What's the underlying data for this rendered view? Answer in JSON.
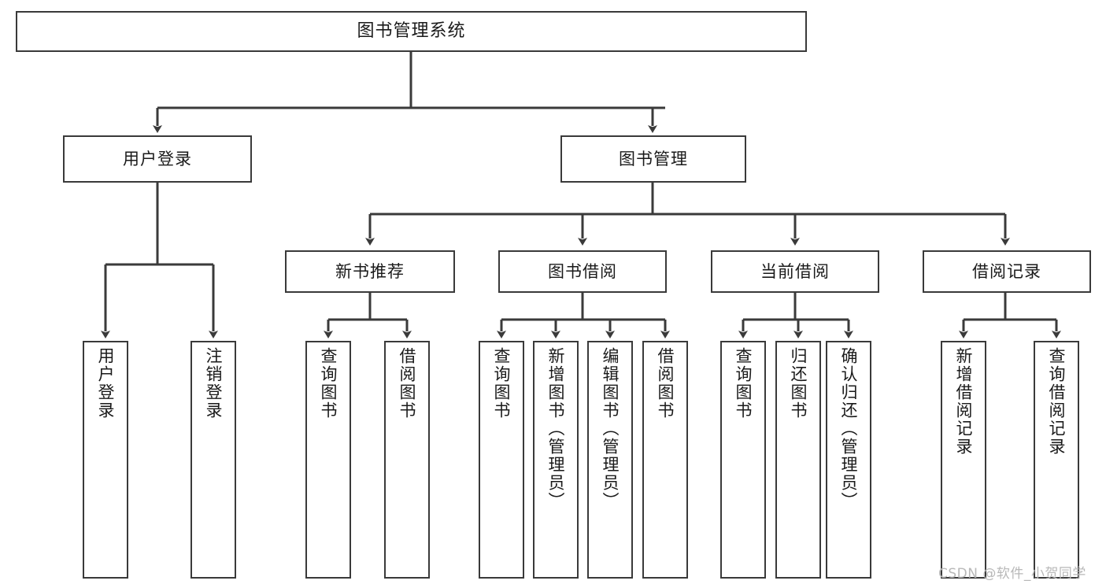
{
  "diagram": {
    "type": "tree",
    "title": "图书管理系统",
    "root": {
      "label": "图书管理系统"
    },
    "level1": [
      {
        "id": "user-login",
        "label": "用户登录"
      },
      {
        "id": "book-manage",
        "label": "图书管理"
      }
    ],
    "level2": [
      {
        "id": "new-book-recommend",
        "label": "新书推荐",
        "parent": "book-manage"
      },
      {
        "id": "book-borrow",
        "label": "图书借阅",
        "parent": "book-manage"
      },
      {
        "id": "current-borrow",
        "label": "当前借阅",
        "parent": "book-manage"
      },
      {
        "id": "borrow-record",
        "label": "借阅记录",
        "parent": "book-manage"
      }
    ],
    "leaves": {
      "user_login": [
        {
          "id": "leaf-user-login",
          "label": "用户登录"
        },
        {
          "id": "leaf-logout",
          "label": "注销登录"
        }
      ],
      "new_book_recommend": [
        {
          "id": "leaf-query-book-1",
          "label": "查询图书"
        },
        {
          "id": "leaf-borrow-book-1",
          "label": "借阅图书"
        }
      ],
      "book_borrow": [
        {
          "id": "leaf-query-book-2",
          "label": "查询图书"
        },
        {
          "id": "leaf-add-book",
          "label": "新增图书（管理员）"
        },
        {
          "id": "leaf-edit-book",
          "label": "编辑图书（管理员）"
        },
        {
          "id": "leaf-borrow-book-2",
          "label": "借阅图书"
        }
      ],
      "current_borrow": [
        {
          "id": "leaf-query-book-3",
          "label": "查询图书"
        },
        {
          "id": "leaf-return-book",
          "label": "归还图书"
        },
        {
          "id": "leaf-confirm-return",
          "label": "确认归还（管理员）"
        }
      ],
      "borrow_record": [
        {
          "id": "leaf-add-record",
          "label": "新增借阅记录"
        },
        {
          "id": "leaf-query-record",
          "label": "查询借阅记录"
        }
      ]
    }
  },
  "watermark": {
    "text": "CSDN @软件_小贺同学"
  },
  "colors": {
    "stroke": "#3a3a3a",
    "background": "#ffffff",
    "text": "#1a1a1a",
    "watermark": "#b8b8b8"
  }
}
